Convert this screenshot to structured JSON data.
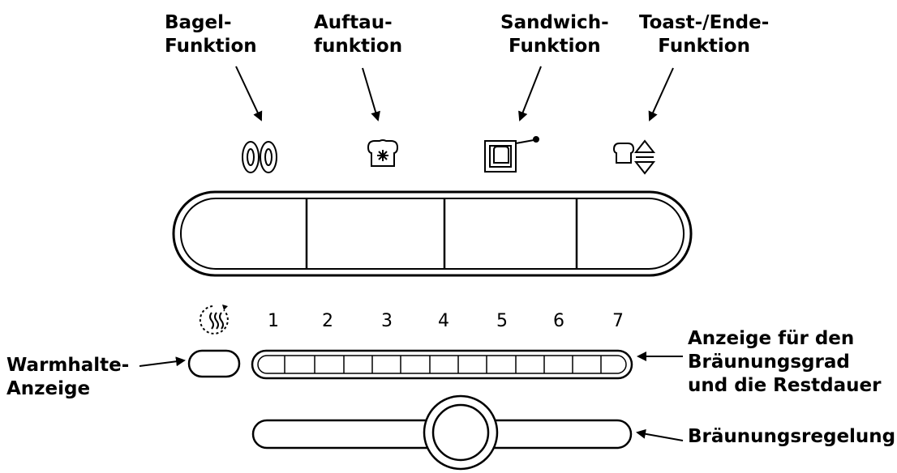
{
  "labels": {
    "bagel": [
      "Bagel-",
      "Funktion"
    ],
    "defrost": [
      "Auftau-",
      "funktion"
    ],
    "sandwich": [
      "Sandwich-",
      "Funktion"
    ],
    "toast_end": [
      "Toast-/Ende-",
      "Funktion"
    ],
    "keep_warm": [
      "Warmhalte-",
      "Anzeige"
    ],
    "browning_display": [
      "Anzeige für den",
      "Bräunungsgrad",
      "und die Restdauer"
    ],
    "browning_control": "Bräunungsregelung"
  },
  "browning_levels": [
    "1",
    "2",
    "3",
    "4",
    "5",
    "6",
    "7"
  ],
  "icons": {
    "bagel": "bagel-icon",
    "defrost": "defrost-icon",
    "sandwich": "sandwich-icon",
    "toast_end": "toast-lift-icon",
    "keep_warm": "keep-warm-icon"
  }
}
